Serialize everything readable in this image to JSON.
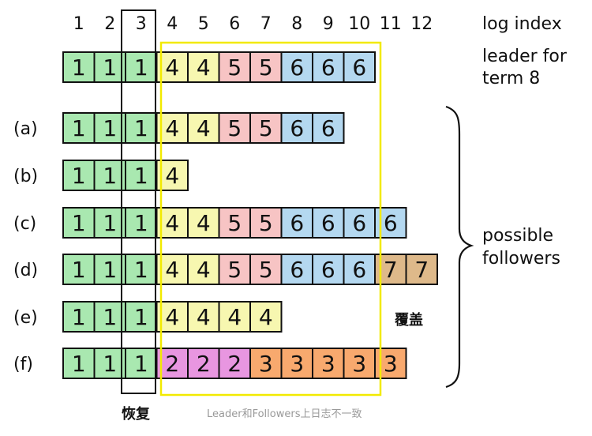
{
  "log_index_label": "log index",
  "leader_label_line1": "leader for",
  "leader_label_line2": "term 8",
  "possible_label_line1": "possible",
  "followers_label_line2": "followers",
  "overwrite_label": "覆盖",
  "recover_label": "恢复",
  "caption": "Leader和Followers上日志不一致",
  "indices": [
    "1",
    "2",
    "3",
    "4",
    "5",
    "6",
    "7",
    "8",
    "9",
    "10",
    "11",
    "12"
  ],
  "term_colors": {
    "1": "#a9e8b0",
    "2": "#e896e0",
    "3": "#f8a96e",
    "4": "#f7f7b0",
    "5": "#f7c4c4",
    "6": "#b4d8f0",
    "7": "#deb98a"
  },
  "rows": [
    {
      "label": "",
      "terms": [
        "1",
        "1",
        "1",
        "4",
        "4",
        "5",
        "5",
        "6",
        "6",
        "6"
      ]
    },
    {
      "label": "(a)",
      "terms": [
        "1",
        "1",
        "1",
        "4",
        "4",
        "5",
        "5",
        "6",
        "6"
      ]
    },
    {
      "label": "(b)",
      "terms": [
        "1",
        "1",
        "1",
        "4"
      ]
    },
    {
      "label": "(c)",
      "terms": [
        "1",
        "1",
        "1",
        "4",
        "4",
        "5",
        "5",
        "6",
        "6",
        "6",
        "6"
      ]
    },
    {
      "label": "(d)",
      "terms": [
        "1",
        "1",
        "1",
        "4",
        "4",
        "5",
        "5",
        "6",
        "6",
        "6",
        "7",
        "7"
      ]
    },
    {
      "label": "(e)",
      "terms": [
        "1",
        "1",
        "1",
        "4",
        "4",
        "4",
        "4"
      ]
    },
    {
      "label": "(f)",
      "terms": [
        "1",
        "1",
        "1",
        "2",
        "2",
        "2",
        "3",
        "3",
        "3",
        "3",
        "3"
      ]
    }
  ],
  "highlight_colors": {
    "recover_box": "#111111",
    "overwrite_box": "#f2ea00"
  }
}
